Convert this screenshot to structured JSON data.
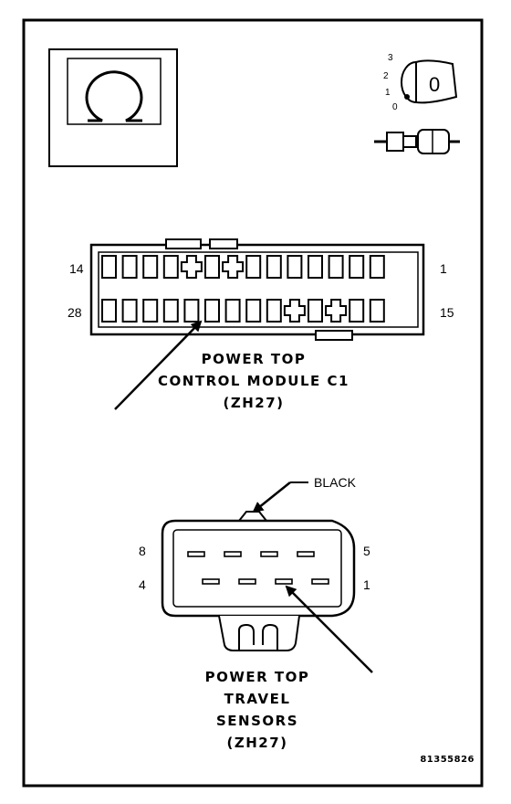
{
  "icons": {
    "ohm_symbol": "Ω",
    "ignition_positions": [
      "3",
      "2",
      "1",
      "0"
    ],
    "ignition_key_glyph": "0"
  },
  "connector_c1": {
    "pin_top_left": "14",
    "pin_top_right": "1",
    "pin_bottom_left": "28",
    "pin_bottom_right": "15",
    "label_lines": [
      "POWER TOP",
      "CONTROL MODULE C1",
      "(ZH27)"
    ]
  },
  "connector_sensors": {
    "color_callout": "BLACK",
    "pin_top_left": "8",
    "pin_top_right": "5",
    "pin_bottom_left": "4",
    "pin_bottom_right": "1",
    "label_lines": [
      "POWER TOP",
      "TRAVEL",
      "SENSORS",
      "(ZH27)"
    ]
  },
  "figure_code": "81355826"
}
